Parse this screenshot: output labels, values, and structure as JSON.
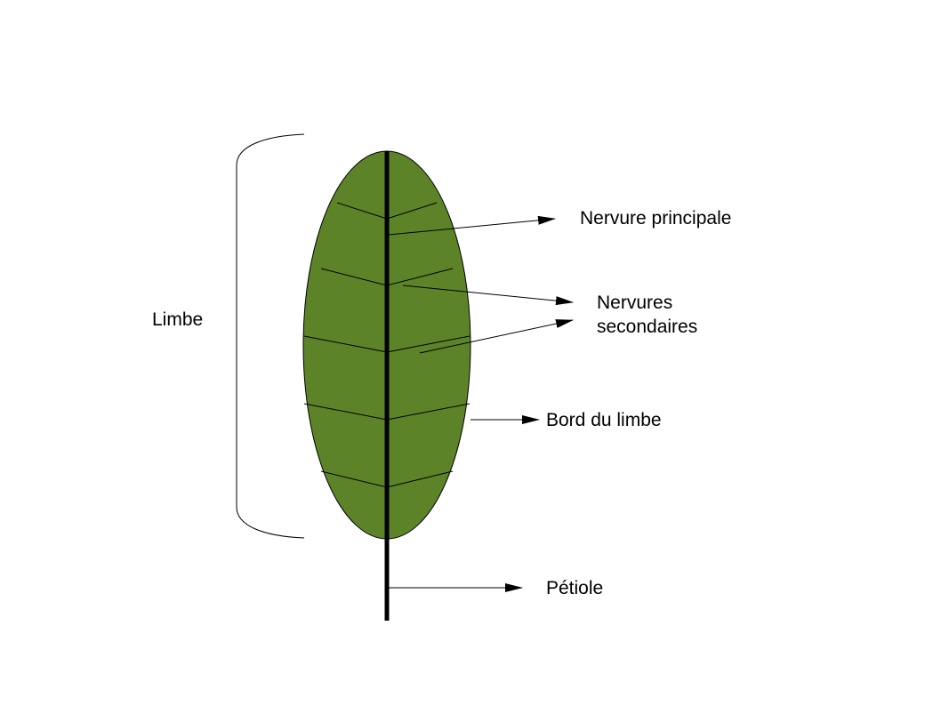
{
  "colors": {
    "leaf_fill": "#5c8328",
    "vein": "#000000",
    "outline": "#000000",
    "background": "#ffffff"
  },
  "labels": {
    "limbe": "Limbe",
    "nervure_principale": "Nervure principale",
    "nervures_secondaires_line1": "Nervures",
    "nervures_secondaires_line2": "secondaires",
    "bord_du_limbe": "Bord du limbe",
    "petiole": "Pétiole"
  }
}
